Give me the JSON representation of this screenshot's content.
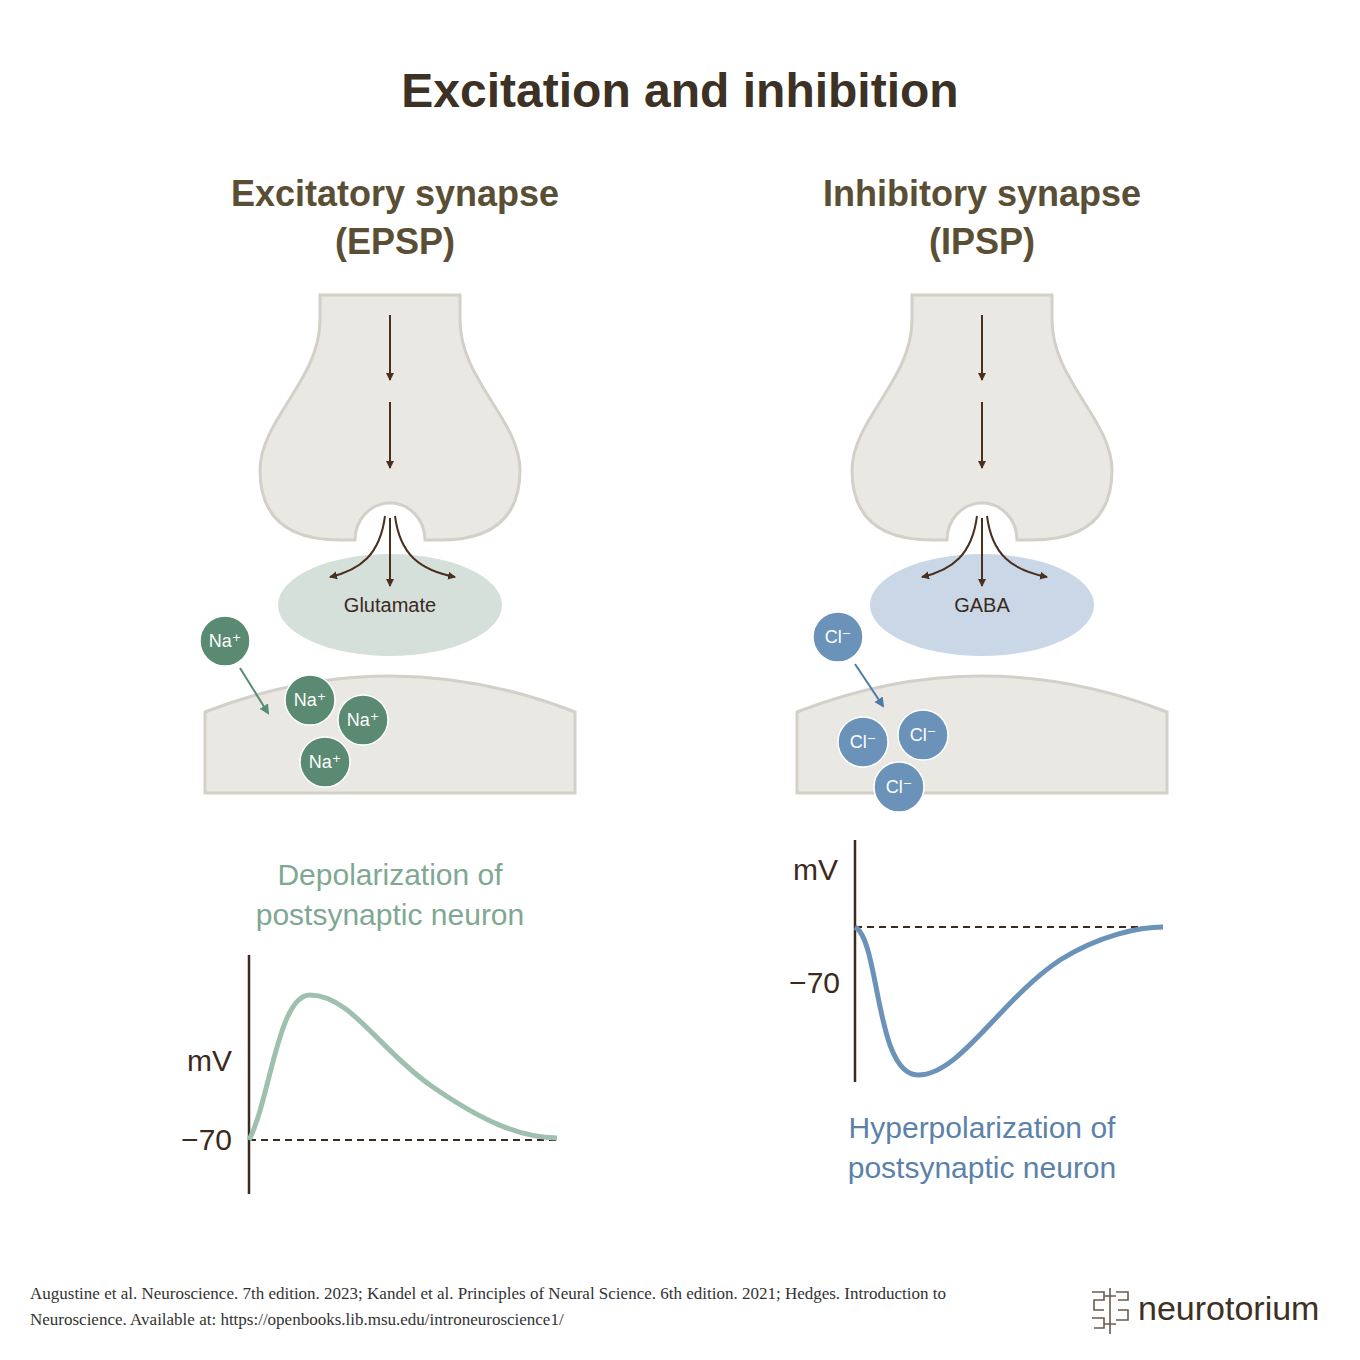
{
  "diagram": {
    "title": "Excitation and inhibition",
    "caption": "Augustine et al. Neuroscience. 7th edition. 2023; Kandel et al. Principles of Neural Science. 6th edition. 2021; Hedges. Introduction to Neuroscience. Available at: https://openbooks.lib.msu.edu/introneuroscience1/",
    "nodes": [
      {
        "text": [
          "Glutamate"
        ]
      },
      {
        "text": [
          "Na⁺"
        ]
      },
      {
        "text": [
          "Na⁺"
        ]
      },
      {
        "text": [
          "Na⁺"
        ]
      },
      {
        "text": [
          "Na⁺"
        ]
      },
      {
        "text": [
          "GABA"
        ]
      },
      {
        "text": [
          "Cl⁻"
        ]
      },
      {
        "text": [
          "Cl⁻"
        ]
      },
      {
        "text": [
          "Cl⁻"
        ]
      },
      {
        "text": [
          "Cl⁻"
        ]
      }
    ],
    "labels": [
      "Excitatory synapse (EPSP)",
      "Inhibitory synapse (IPSP)",
      "Depolarization of postsynaptic neuron",
      "mV",
      "−70",
      "mV",
      "−70",
      "Hyperpolarization of postsynaptic neuron",
      "neurotorium"
    ]
  }
}
